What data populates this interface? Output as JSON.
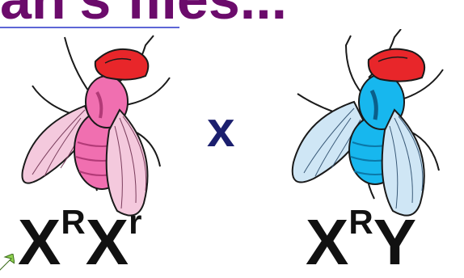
{
  "title": {
    "text": "an's flies..."
  },
  "cross": {
    "symbol": "x",
    "color": "#1b1f6e"
  },
  "female": {
    "body_color": "#f06fb0",
    "wing_color": "#f4c9dd",
    "eye_color": "#e8262a",
    "genotype": {
      "base1": "X",
      "allele1": "R",
      "base2": "X",
      "allele2": "r"
    }
  },
  "male": {
    "body_color": "#17b7ee",
    "wing_color": "#cfe6f5",
    "eye_color": "#e8262a",
    "genotype": {
      "base1": "X",
      "allele1": "R",
      "base2": "Y"
    }
  },
  "colors": {
    "title": "#6b0b6b",
    "underline": "#5d66d6",
    "text": "#111111"
  }
}
